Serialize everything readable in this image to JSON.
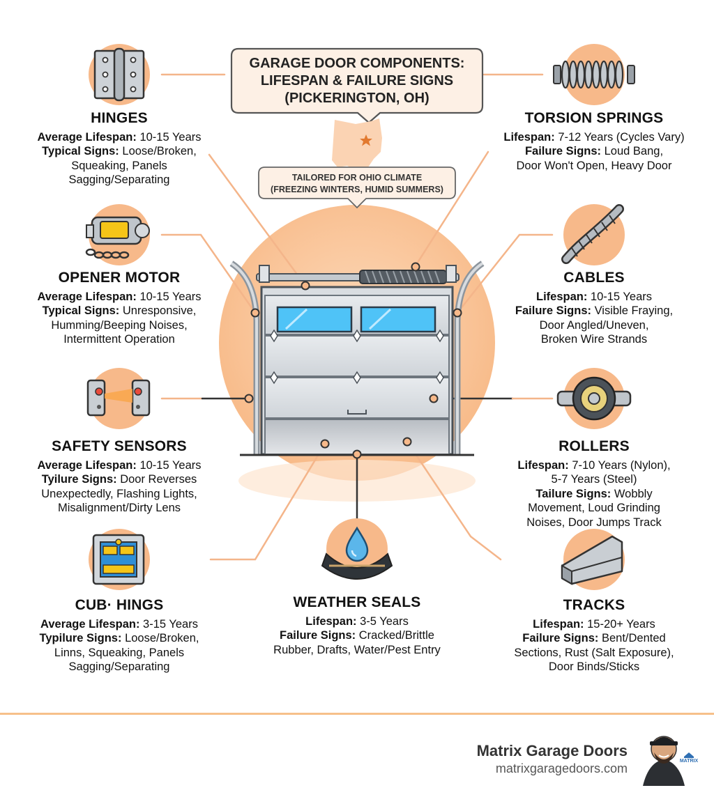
{
  "header": {
    "title_lines": [
      "GARAGE DOOR COMPONENTS:",
      "LIFESPAN & FAILURE SIGNS",
      "(PICKERINGTON, OH)"
    ],
    "subtitle_lines": [
      "TAILORED FOR OHIO CLIMATE",
      "(FREEZING WINTERS, HUMID SUMMERS)"
    ]
  },
  "components": {
    "hinges": {
      "title": "HINGES",
      "l1_label": "Average Lifespan:",
      "l1_value": " 10-15 Years",
      "l2_label": "Typical Signs:",
      "l2_value": " Loose/Broken,",
      "l3": "Squeaking, Panels",
      "l4": "Sagging/Separating",
      "icon": "hinge-icon"
    },
    "opener": {
      "title": "OPENER MOTOR",
      "l1_label": "Average Lifespan:",
      "l1_value": " 10-15 Years",
      "l2_label": "Typical Signs:",
      "l2_value": " Unresponsive,",
      "l3": "Humming/Beeping Noises,",
      "l4": "Intermittent Operation",
      "icon": "opener-motor-icon"
    },
    "sensors": {
      "title": "SAFETY SENSORS",
      "l1_label": "Average Lifespan:",
      "l1_value": " 10-15 Years",
      "l2_label": "Tyilure Signs:",
      "l2_value": " Door Reverses",
      "l3": "Unexpectedly, Flashing Lights,",
      "l4": "Misalignment/Dirty Lens",
      "icon": "safety-sensor-icon"
    },
    "cub": {
      "title": "CUB· HINGS",
      "l1_label": "Average Lifespan:",
      "l1_value": " 3-15 Years",
      "l2_label": "Typilure Signs:",
      "l2_value": " Loose/Broken,",
      "l3": "Linns, Squeaking, Panels",
      "l4": "Sagging/Separating",
      "icon": "control-panel-icon"
    },
    "springs": {
      "title": "TORSION SPRINGS",
      "l1_label": "Lifespan:",
      "l1_value": " 7-12 Years (Cycles Vary)",
      "l2_label": "Failure Signs:",
      "l2_value": " Loud Bang,",
      "l3": "Door Won't Open, Heavy Door",
      "icon": "torsion-spring-icon"
    },
    "cables": {
      "title": "CABLES",
      "l1_label": "Lifespan:",
      "l1_value": " 10-15 Years",
      "l2_label": "Failure Signs:",
      "l2_value": " Visible Fraying,",
      "l3": "Door Angled/Uneven,",
      "l4": "Broken Wire Strands",
      "icon": "cable-icon"
    },
    "rollers": {
      "title": "ROLLERS",
      "l1_label": "Lifespan:",
      "l1_value": " 7-10 Years (Nylon),",
      "l1b": "5-7 Years (Steel)",
      "l2_label": "Tailure Signs:",
      "l2_value": " Wobbly",
      "l3": "Movement, Loud Grinding",
      "l4": "Noises, Door Jumps Track",
      "icon": "roller-icon"
    },
    "tracks": {
      "title": "TRACKS",
      "l1_label": "Lifespan:",
      "l1_value": " 15-20+ Years",
      "l2_label": "Failure Signs:",
      "l2_value": " Bent/Dented",
      "l3": "Sections, Rust (Salt Exposure),",
      "l4": "Door Binds/Sticks",
      "icon": "track-icon"
    },
    "seals": {
      "title": "WEATHER SEALS",
      "l1_label": "Lifespan:",
      "l1_value": " 3-5 Years",
      "l2_label": "Failure Signs:",
      "l2_value": " Cracked/Brittle",
      "l3": "Rubber, Drafts, Water/Pest Entry",
      "icon": "weather-seal-icon"
    }
  },
  "footer": {
    "brand_name": "Matrix Garage Doors",
    "brand_url": "matrixgaragedoors.com",
    "avatar_badge": "MATRIX"
  },
  "colors": {
    "accent_peach": "#f7b98a",
    "accent_orange": "#e7873f",
    "glass_blue": "#4fc3f7",
    "steel": "#c9ced3"
  }
}
